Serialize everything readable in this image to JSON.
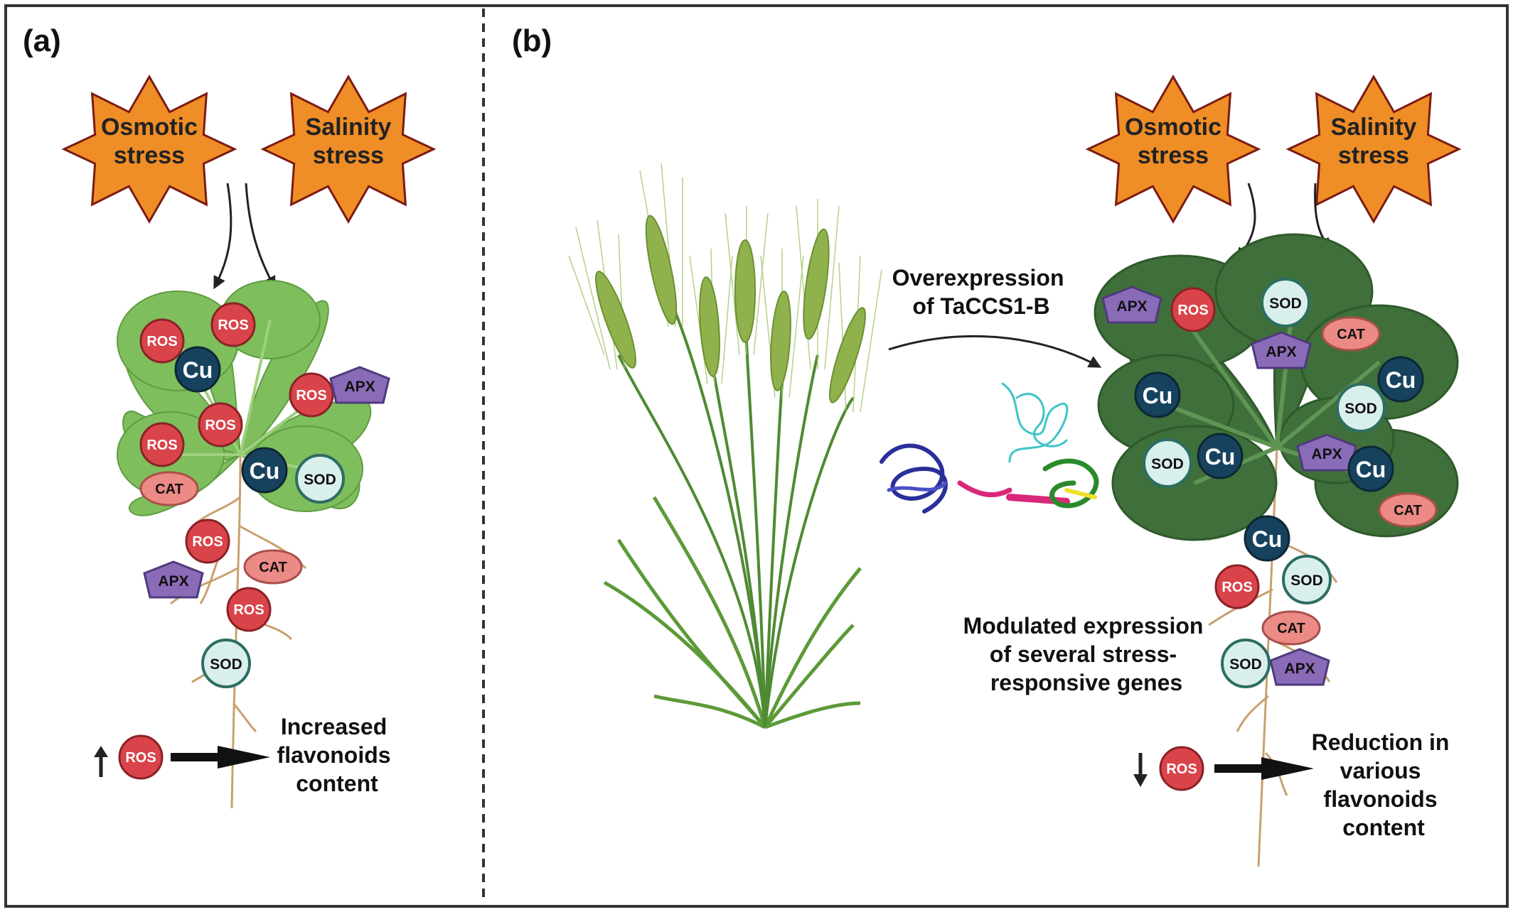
{
  "panels": {
    "a": {
      "label": "(a)"
    },
    "b": {
      "label": "(b)"
    }
  },
  "stress": {
    "osmotic_line1": "Osmotic",
    "osmotic_line2": "stress",
    "salinity_line1": "Salinity",
    "salinity_line2": "stress"
  },
  "molecules": {
    "ros": "ROS",
    "cu": "Cu",
    "sod": "SOD",
    "apx": "APX",
    "cat": "CAT"
  },
  "panel_a": {
    "outcome": [
      "Increased",
      "flavonoids",
      "content"
    ]
  },
  "panel_b": {
    "overexpression": [
      "Overexpression",
      "of TaCCS1-B"
    ],
    "modulated": [
      "Modulated expression",
      "of several stress-",
      "responsive genes"
    ],
    "outcome": [
      "Reduction in",
      "various",
      "flavonoids",
      "content"
    ]
  },
  "colors": {
    "star_fill": "#ef8d26",
    "star_stroke": "#7a1b12",
    "ros": "#d9444a",
    "cu": "#17425e",
    "sod_fill": "#d9efec",
    "sod_stroke": "#2c6e62",
    "apx": "#8a6bb8",
    "cat": "#ec8a86",
    "leaf_light": "#7fbe5c",
    "leaf_dark": "#3f6f3a",
    "root": "#c9a06f",
    "wheat": "#8fb24c"
  }
}
